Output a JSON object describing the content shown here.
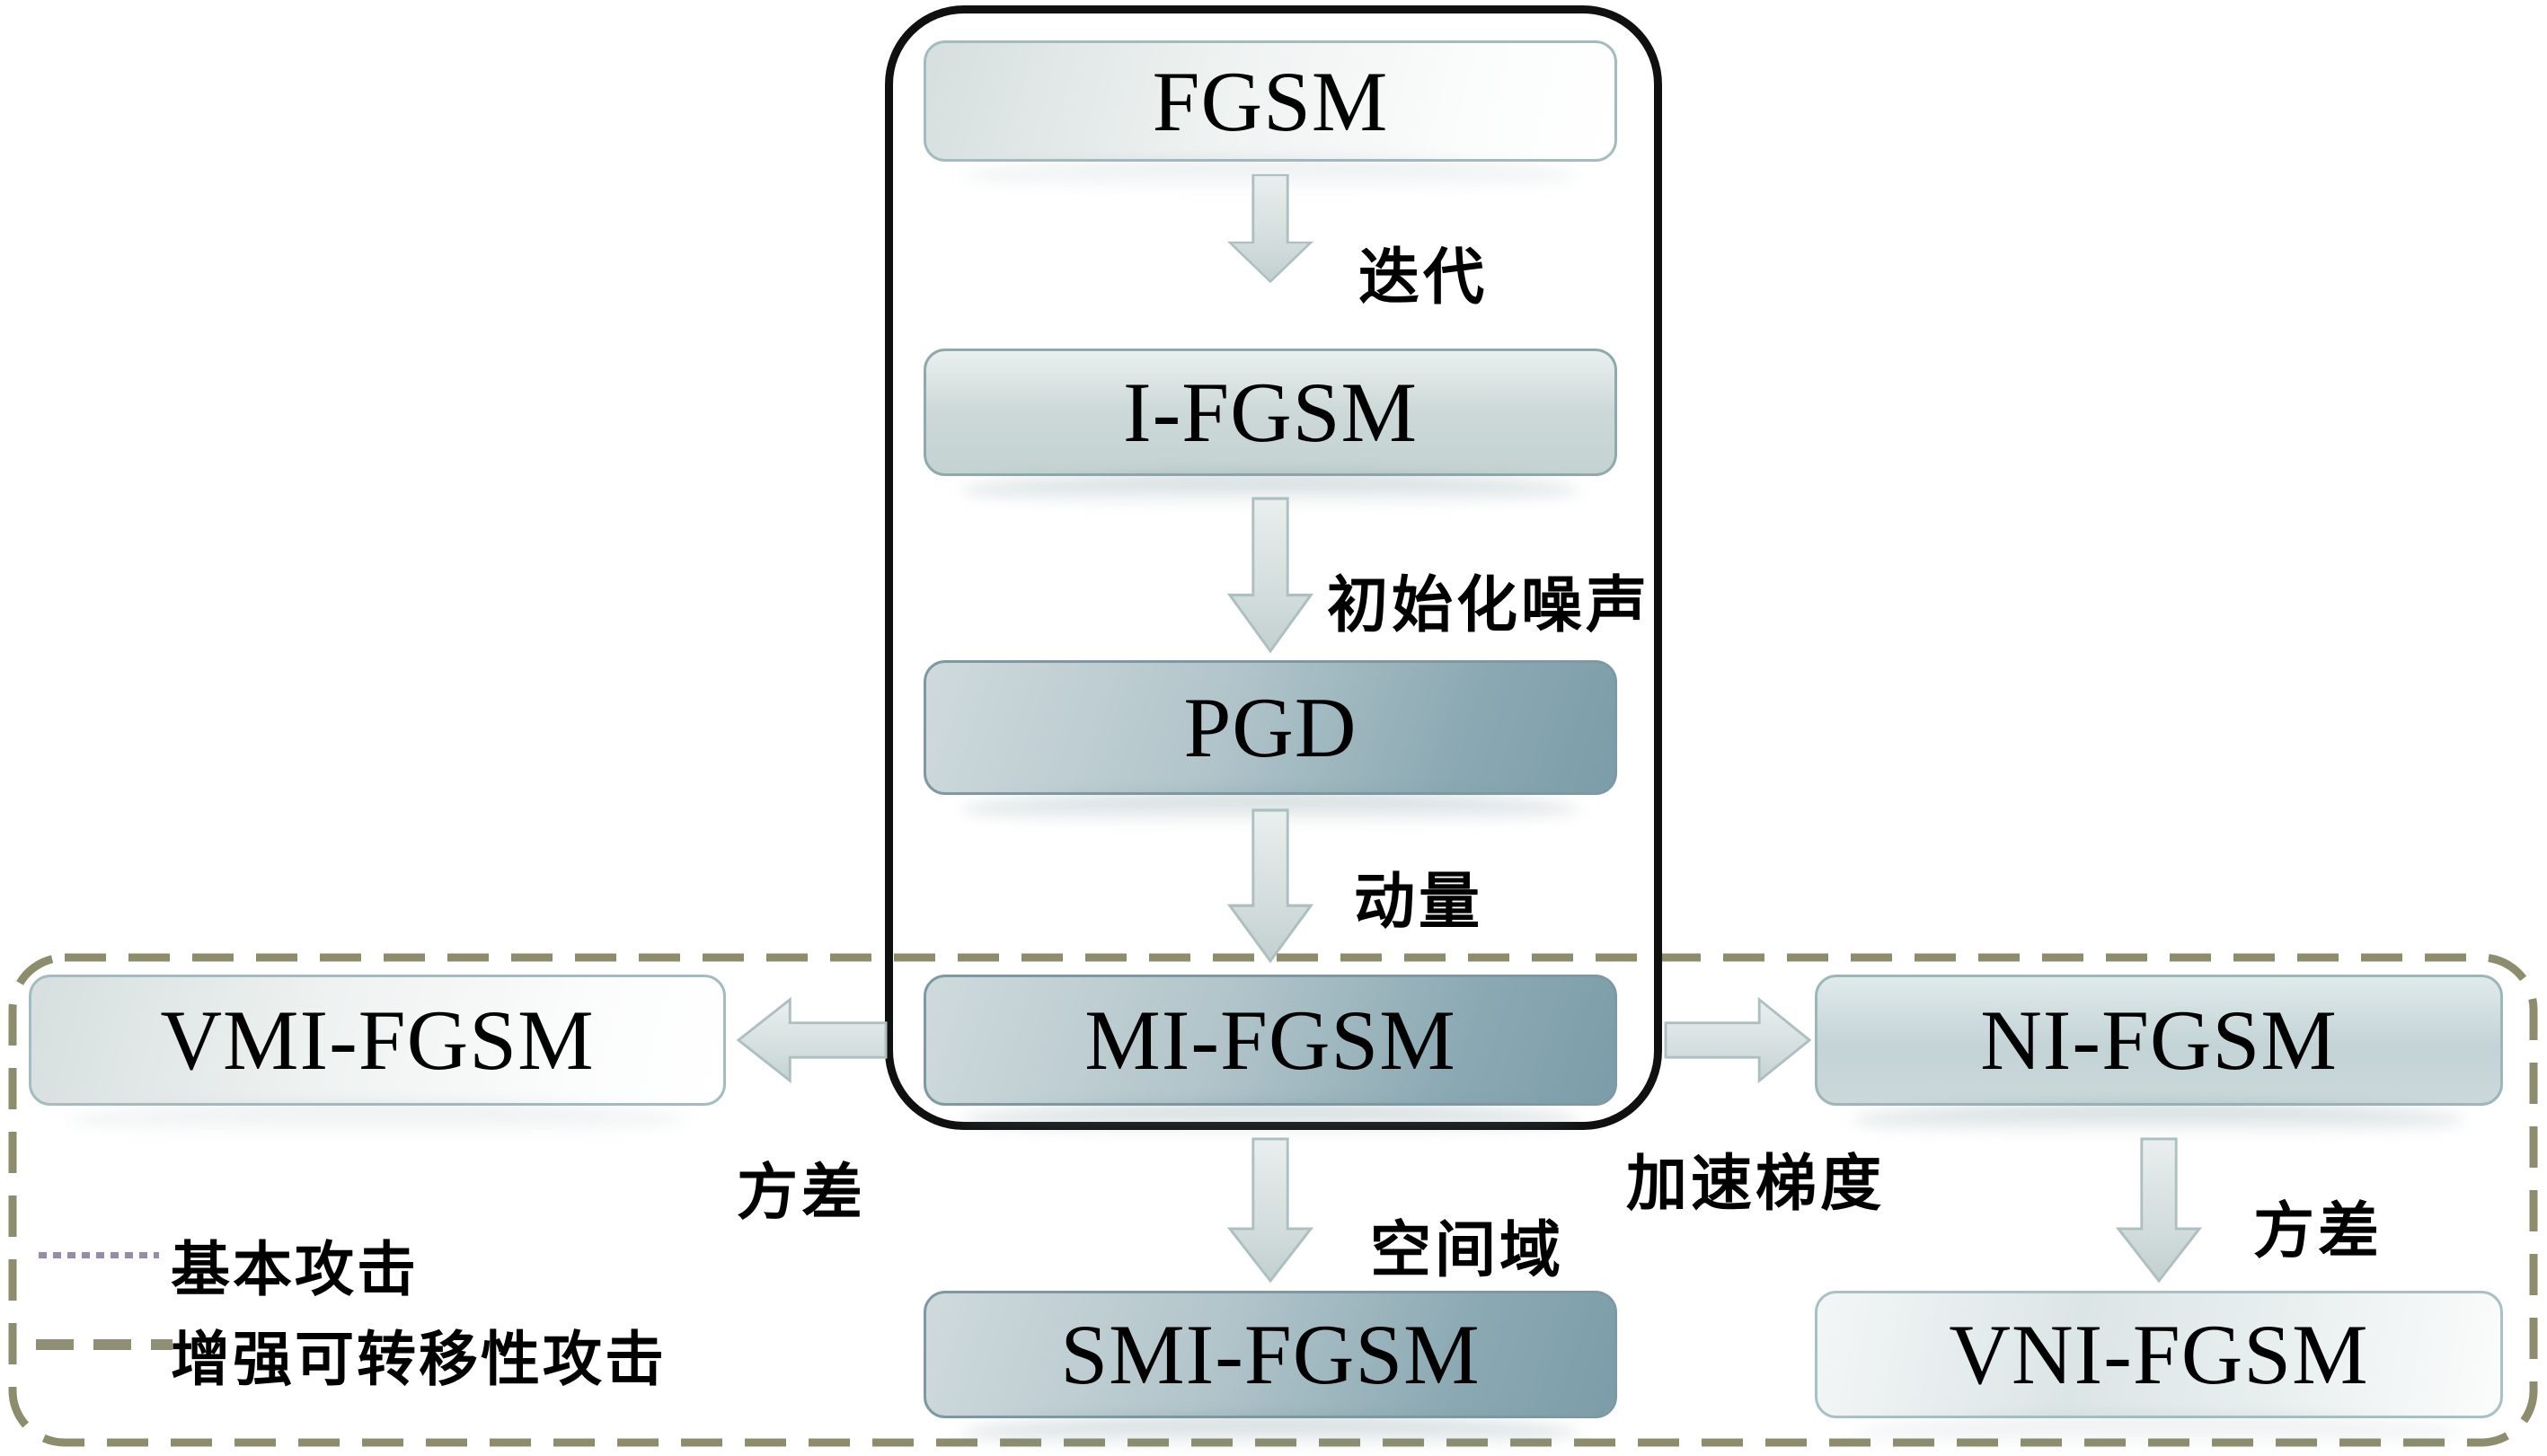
{
  "boxes": {
    "fgsm": "FGSM",
    "ifgsm": "I-FGSM",
    "pgd": "PGD",
    "mifgsm": "MI-FGSM",
    "smifgsm": "SMI-FGSM",
    "vmifgsm": "VMI-FGSM",
    "nifgsm": "NI-FGSM",
    "vnifgsm": "VNI-FGSM"
  },
  "edge_labels": {
    "iteration": "迭代",
    "init_noise": "初始化噪声",
    "momentum": "动量",
    "variance_left": "方差",
    "spatial_domain": "空间域",
    "accel_gradient": "加速梯度",
    "variance_right": "方差"
  },
  "legend": {
    "basic": "基本攻击",
    "enhanced": "增强可转移性攻击"
  },
  "colors": {
    "background": "#ffffff",
    "solid_frame": "#101010",
    "dashed_frame": "#8d8d6e",
    "dotted_legend_line": "#968ca6",
    "teal_box_dark": "#7b9da9",
    "teal_box_light": "#cfdadc",
    "light_box": "#eef2f1",
    "medium_box": "#cdd9d8",
    "arrow_fill_light": "#e7edec",
    "arrow_fill_dark": "#c3d0d0",
    "text": "#000000"
  }
}
